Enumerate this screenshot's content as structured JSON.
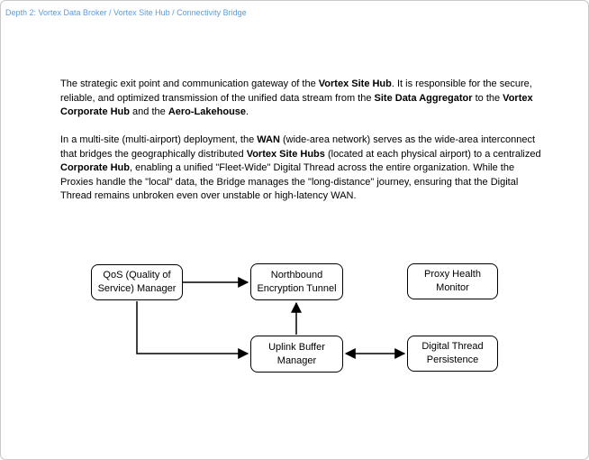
{
  "page": {
    "breadcrumb": "Depth 2: Vortex Data Broker / Vortex Site Hub / Connectivity Bridge"
  },
  "colors": {
    "breadcrumb_link": "#5b9be0",
    "body_text": "#000000",
    "node_border": "#000000",
    "node_fill": "#ffffff",
    "arrow": "#000000",
    "page_border": "#c9c9c9"
  },
  "paragraphs": [
    {
      "segments": [
        {
          "text": "The strategic exit point and communication gateway of the ",
          "bold": false
        },
        {
          "text": "Vortex Site Hub",
          "bold": true
        },
        {
          "text": ". It is responsible for the secure, reliable, and optimized transmission of the unified data stream from the ",
          "bold": false
        },
        {
          "text": "Site Data Aggregator",
          "bold": true
        },
        {
          "text": " to the ",
          "bold": false
        },
        {
          "text": "Vortex Corporate Hub",
          "bold": true
        },
        {
          "text": " and the ",
          "bold": false
        },
        {
          "text": "Aero-Lakehouse",
          "bold": true
        },
        {
          "text": ".",
          "bold": false
        }
      ]
    },
    {
      "segments": [
        {
          "text": "In a multi-site (multi-airport) deployment, the ",
          "bold": false
        },
        {
          "text": "WAN",
          "bold": true
        },
        {
          "text": " (wide-area network) serves as the wide-area interconnect that bridges the geographically distributed ",
          "bold": false
        },
        {
          "text": "Vortex Site Hubs",
          "bold": true
        },
        {
          "text": " (located at each physical airport) to a centralized ",
          "bold": false
        },
        {
          "text": "Corporate Hub",
          "bold": true
        },
        {
          "text": ", enabling a unified \"Fleet-Wide\" Digital Thread across the entire organization. While the Proxies handle the \"local\" data, the Bridge manages the \"long-distance\" journey, ensuring that the Digital Thread remains unbroken even over unstable or high-latency WAN.",
          "bold": false
        }
      ]
    }
  ],
  "diagram": {
    "nodes": [
      {
        "id": "qos-manager",
        "label": "QoS (Quality of Service) Manager"
      },
      {
        "id": "northbound-encryption-tunnel",
        "label": "Northbound Encryption Tunnel"
      },
      {
        "id": "proxy-health-monitor",
        "label": "Proxy Health Monitor"
      },
      {
        "id": "uplink-buffer-manager",
        "label": "Uplink Buffer Manager"
      },
      {
        "id": "digital-thread-persistence",
        "label": "Digital Thread Persistence"
      }
    ],
    "edges": [
      {
        "from": "qos-manager",
        "to": "northbound-encryption-tunnel",
        "type": "arrow"
      },
      {
        "from": "qos-manager",
        "to": "uplink-buffer-manager",
        "type": "arrow"
      },
      {
        "from": "uplink-buffer-manager",
        "to": "northbound-encryption-tunnel",
        "type": "arrow"
      },
      {
        "from": "uplink-buffer-manager",
        "to": "digital-thread-persistence",
        "type": "double-arrow"
      }
    ]
  }
}
